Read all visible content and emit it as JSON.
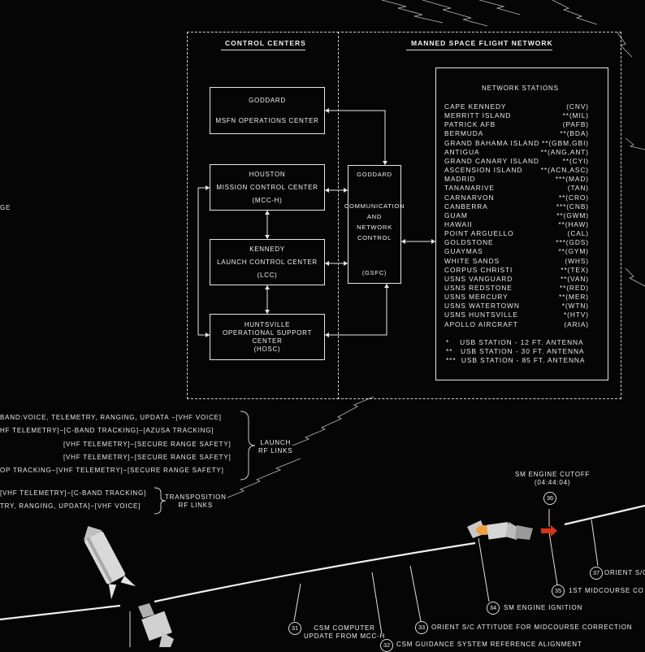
{
  "panels": {
    "control_centers_title": "CONTROL CENTERS",
    "msfn_title": "MANNED SPACE FLIGHT NETWORK"
  },
  "boxes": {
    "goddard_msfn": [
      "GODDARD",
      "MSFN OPERATIONS CENTER"
    ],
    "houston": [
      "HOUSTON",
      "MISSION CONTROL CENTER",
      "(MCC-H)"
    ],
    "kennedy": [
      "KENNEDY",
      "LAUNCH CONTROL CENTER",
      "(LCC)"
    ],
    "huntsville": [
      "HUNTSVILLE",
      "OPERATIONAL SUPPORT",
      "CENTER",
      "(HOSC)"
    ],
    "goddard_comm": [
      "GODDARD",
      "COMMUNICATION",
      "AND",
      "NETWORK",
      "CONTROL",
      "(GSFC)"
    ]
  },
  "network_stations": {
    "title": "NETWORK STATIONS",
    "rows": [
      {
        "name": "CAPE KENNEDY",
        "code": "(CNV)"
      },
      {
        "name": "MERRITT ISLAND",
        "code": "**(MIL)"
      },
      {
        "name": "PATRICK AFB",
        "code": "(PAFB)"
      },
      {
        "name": "BERMUDA",
        "code": "**(BDA)"
      },
      {
        "name": "GRAND BAHAMA ISLAND",
        "code": "**(GBM,GBI)"
      },
      {
        "name": "ANTIGUA",
        "code": "**(ANG,ANT)"
      },
      {
        "name": "GRAND CANARY ISLAND",
        "code": "**(CYI)"
      },
      {
        "name": "ASCENSION ISLAND",
        "code": "**(ACN,ASC)"
      },
      {
        "name": "MADRID",
        "code": "***(MAD)"
      },
      {
        "name": "TANANARIVE",
        "code": "(TAN)"
      },
      {
        "name": "CARNARVON",
        "code": "**(CRO)"
      },
      {
        "name": "CANBERRA",
        "code": "***(CNB)"
      },
      {
        "name": "GUAM",
        "code": "**(GWM)"
      },
      {
        "name": "HAWAII",
        "code": "**(HAW)"
      },
      {
        "name": "POINT ARGUELLO",
        "code": "(CAL)"
      },
      {
        "name": "GOLDSTONE",
        "code": "***(GDS)"
      },
      {
        "name": "GUAYMAS",
        "code": "**(GYM)"
      },
      {
        "name": "WHITE SANDS",
        "code": "(WHS)"
      },
      {
        "name": "CORPUS CHRISTI",
        "code": "**(TEX)"
      },
      {
        "name": "USNS VANGUARD",
        "code": "**(VAN)"
      },
      {
        "name": "USNS REDSTONE",
        "code": "**(RED)"
      },
      {
        "name": "USNS MERCURY",
        "code": "**(MER)"
      },
      {
        "name": "USNS WATERTOWN",
        "code": "*(WTN)"
      },
      {
        "name": "USNS HUNTSVILLE",
        "code": "*(HTV)"
      },
      {
        "name": "APOLLO AIRCRAFT",
        "code": "(ARIA)"
      }
    ],
    "legend": [
      "*    USB STATION - 12 FT. ANTENNA",
      "**   USB STATION - 30 FT. ANTENNA",
      "***  USB STATION - 85 FT. ANTENNA"
    ]
  },
  "edge_text": {
    "left_fragment": "GE"
  },
  "launch_links": {
    "rows": [
      [
        "BAND:VOICE, TELEMETRY, RANGING, UPDATA",
        "VHF VOICE"
      ],
      [
        "HF TELEMETRY",
        "C-BAND TRACKING",
        "AZUSA TRACKING"
      ],
      [
        "VHF TELEMETRY",
        "SECURE RANGE SAFETY"
      ],
      [
        "VHF TELEMETRY",
        "SECURE RANGE SAFETY"
      ],
      [
        "OP TRACKING",
        "VHF TELEMETRY",
        "SECURE RANGE SAFETY"
      ]
    ],
    "label": [
      "LAUNCH",
      "RF LINKS"
    ]
  },
  "transposition_links": {
    "rows": [
      [
        "VHF TELEMETRY",
        "C-BAND TRACKING"
      ],
      [
        "TRY, RANGING, UPDATA",
        "VHF VOICE"
      ]
    ],
    "label": [
      "TRANSPOSITION",
      "RF LINKS"
    ]
  },
  "events": {
    "e36": {
      "num": "36",
      "label": "SM ENGINE CUTOFF",
      "time": "(04:44:04)"
    },
    "e37": {
      "num": "37",
      "label": "ORIENT S/C"
    },
    "e35": {
      "num": "35",
      "label": "1ST MIDCOURSE CO"
    },
    "e34": {
      "num": "34",
      "label": "SM ENGINE IGNITION"
    },
    "e33": {
      "num": "33",
      "label": "ORIENT S/C ATTITUDE FOR MIDCOURSE CORRECTION"
    },
    "e31": {
      "num": "31",
      "label": "CSM COMPUTER",
      "label2": "UPDATE FROM MCC-H"
    },
    "e32": {
      "num": "32",
      "label": "CSM GUIDANCE SYSTEM REFERENCE ALIGNMENT"
    }
  },
  "colors": {
    "background": "#050506",
    "line": "#e6e6e6",
    "arrow_red": "#d8341c",
    "flame": "#f0a040"
  }
}
